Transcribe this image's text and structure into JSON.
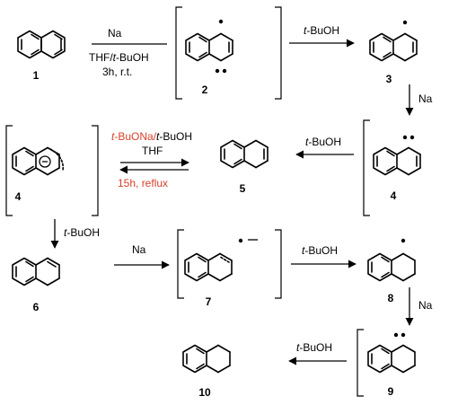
{
  "compounds": {
    "c1": "1",
    "c2": "2",
    "c3": "3",
    "c4a": "4",
    "c4b": "4",
    "c5": "5",
    "c6": "6",
    "c7": "7",
    "c8": "8",
    "c9": "9",
    "c10": "10"
  },
  "reagents": {
    "step1_top": "Na",
    "step1_mid_a": "THF/",
    "step1_mid_b": "t",
    "step1_mid_c": "-BuOH",
    "step1_bottom": "3h, r.t.",
    "step2_t": "t",
    "step2": "-BuOH",
    "step3": "Na",
    "step4_t": "t",
    "step4": "-BuOH",
    "step5_line1_a": "t",
    "step5_line1_b": "-BuONa/",
    "step5_line1_c": "t",
    "step5_line1_d": "-BuOH",
    "step5_line2": "THF",
    "step5_line3": "15h, reflux",
    "step6_t": "t",
    "step6": "-BuOH",
    "step7": "Na",
    "step8_t": "t",
    "step8": "-BuOH",
    "step9": "Na",
    "step10_t": "t",
    "step10": "-BuOH"
  },
  "symbols": {
    "anion_charge": "⊖"
  },
  "colors": {
    "highlight": "#d9412b"
  }
}
